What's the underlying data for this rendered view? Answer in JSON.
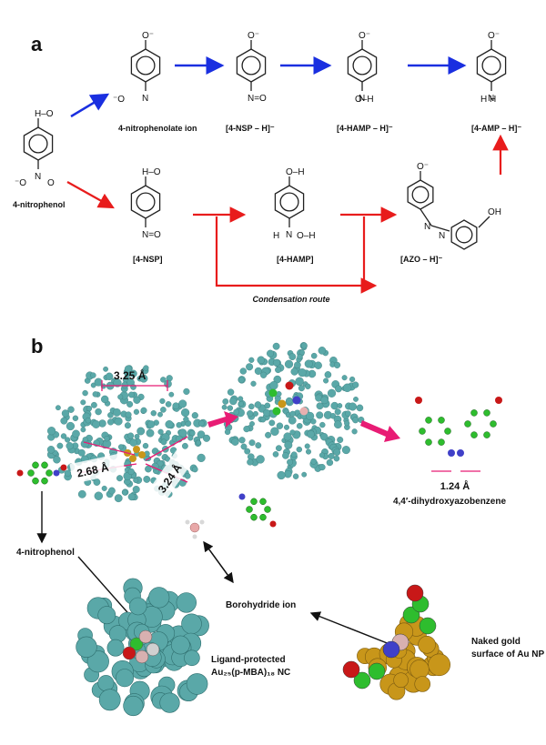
{
  "panel_a": {
    "letter": "a",
    "species": {
      "nitrophenol": "4-nitrophenol",
      "nitrophenolate": "4-nitrophenolate ion",
      "nsp_minus": "[4-NSP – H]⁻",
      "hamp_minus": "[4-HAMP – H]⁻",
      "amp_minus": "[4-AMP – H]⁻",
      "nsp": "[4-NSP]",
      "hamp": "[4-HAMP]",
      "azo_minus": "[AZO – H]⁻"
    },
    "route_label": "Condensation route",
    "colors": {
      "direct": "#1a2fe0",
      "condensation": "#e81c1c"
    }
  },
  "panel_b": {
    "letter": "b",
    "distances": {
      "top": "3.25 Å",
      "left": "2.68 Å",
      "right": "3.24 Å",
      "azo": "1.24 Å"
    },
    "labels": {
      "product": "4,4′-dihydroxyazobenzene",
      "nitrophenol": "4-nitrophenol",
      "borohydride": "Borohydride ion",
      "nc_line1": "Ligand-protected",
      "nc_line2": "Au₂₅(p-MBA)₁₈ NC",
      "np_line1": "Naked gold",
      "np_line2": "surface of Au NP"
    },
    "colors": {
      "cluster": "#5aa8a8",
      "gold": "#c8961a",
      "carbon": "#2ebd2e",
      "oxygen": "#c81818",
      "nitrogen": "#4040c8",
      "hydrogen": "#d8d8d8",
      "arrow": "#e81c74"
    }
  }
}
